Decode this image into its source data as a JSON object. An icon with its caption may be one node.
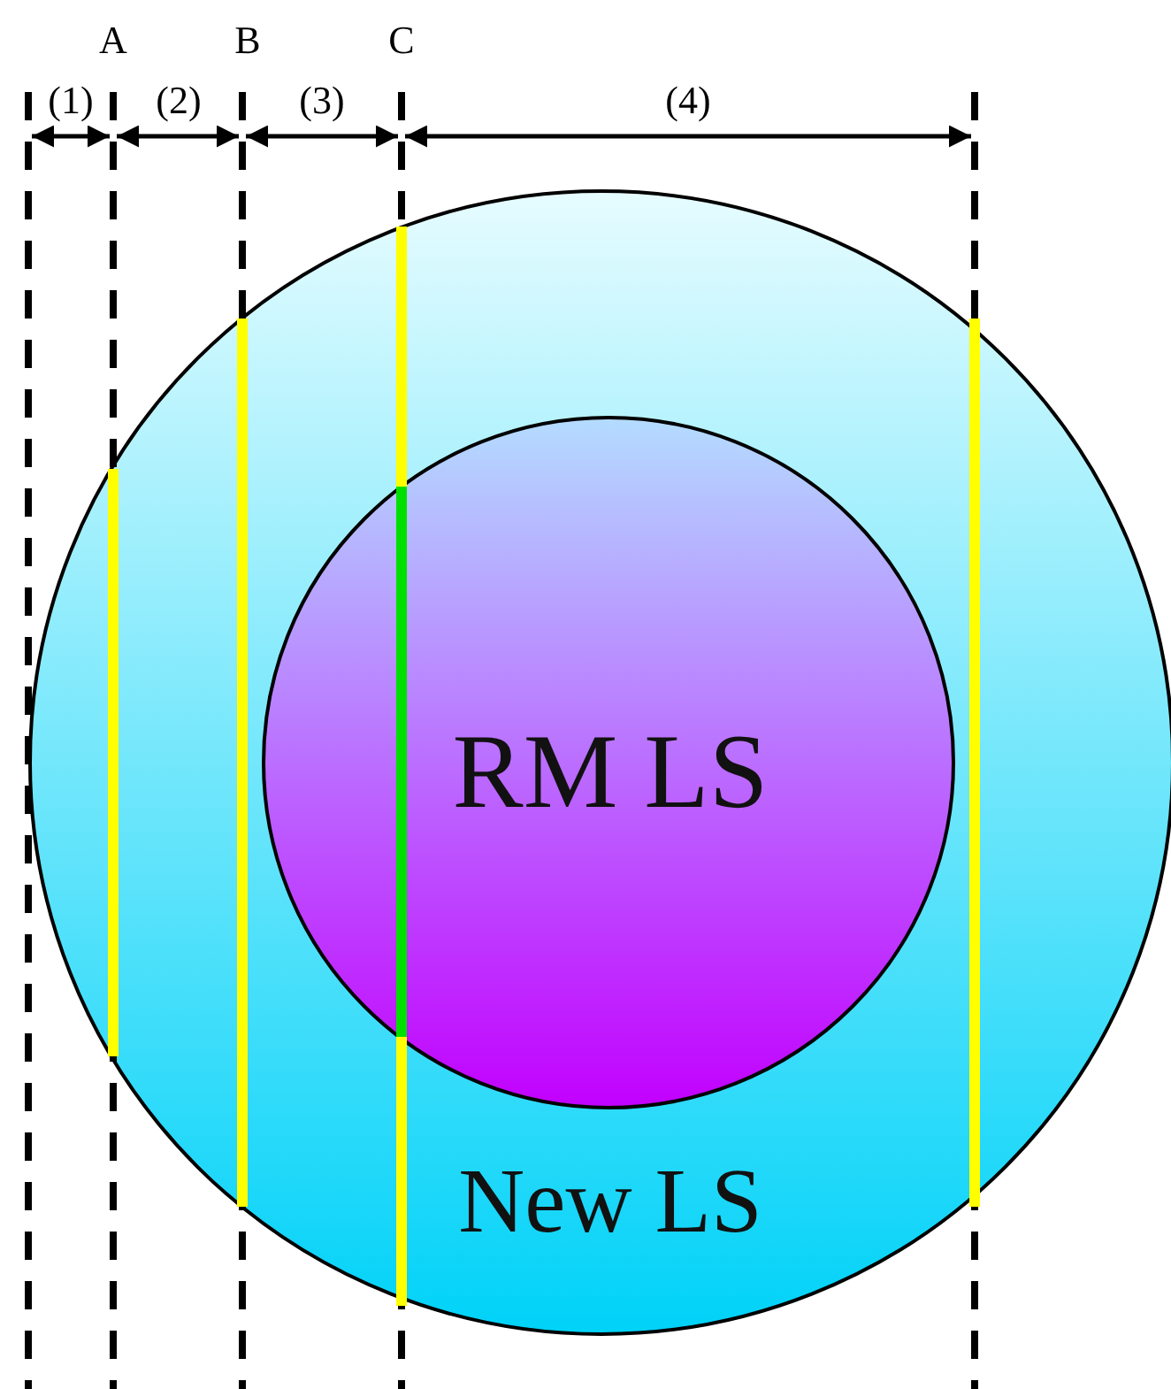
{
  "diagram": {
    "nodes": [
      {
        "text": [
          "New LS"
        ]
      },
      {
        "text": [
          "RM LS"
        ],
        "in": 0
      }
    ],
    "edges": [],
    "labels": [
      "A",
      "B",
      "C",
      "(1)",
      "(2)",
      "(3)",
      "(4)"
    ]
  }
}
